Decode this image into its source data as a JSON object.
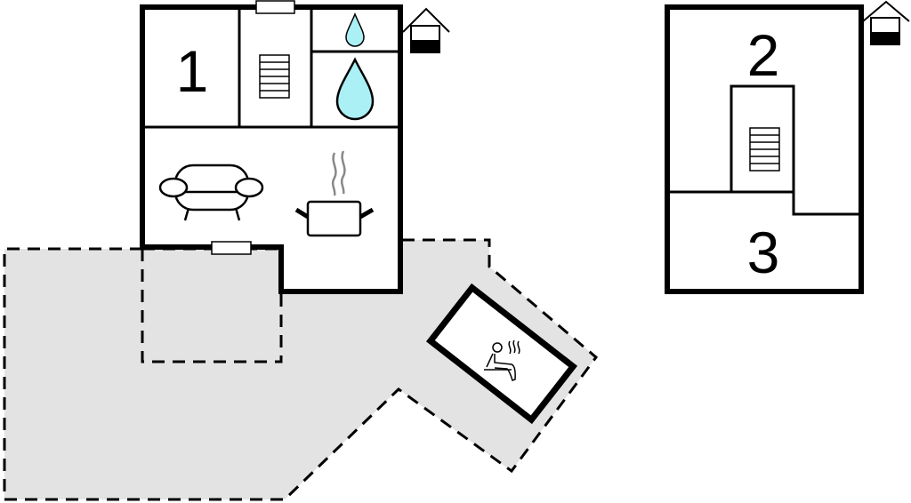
{
  "floorplan": {
    "rooms": [
      {
        "id": "bedroom-1",
        "label": "1"
      },
      {
        "id": "bedroom-2",
        "label": "2"
      },
      {
        "id": "bedroom-3",
        "label": "3"
      }
    ],
    "icons": [
      "stairs-icon",
      "water-drop-icon",
      "shower-icon",
      "sofa-icon",
      "cooking-pot-icon",
      "house-entrance-icon",
      "sauna-icon"
    ],
    "colors": {
      "wall": "#000000",
      "terrace": "#e3e3e3",
      "water": "#aaf0f5",
      "steam": "#888888"
    }
  }
}
